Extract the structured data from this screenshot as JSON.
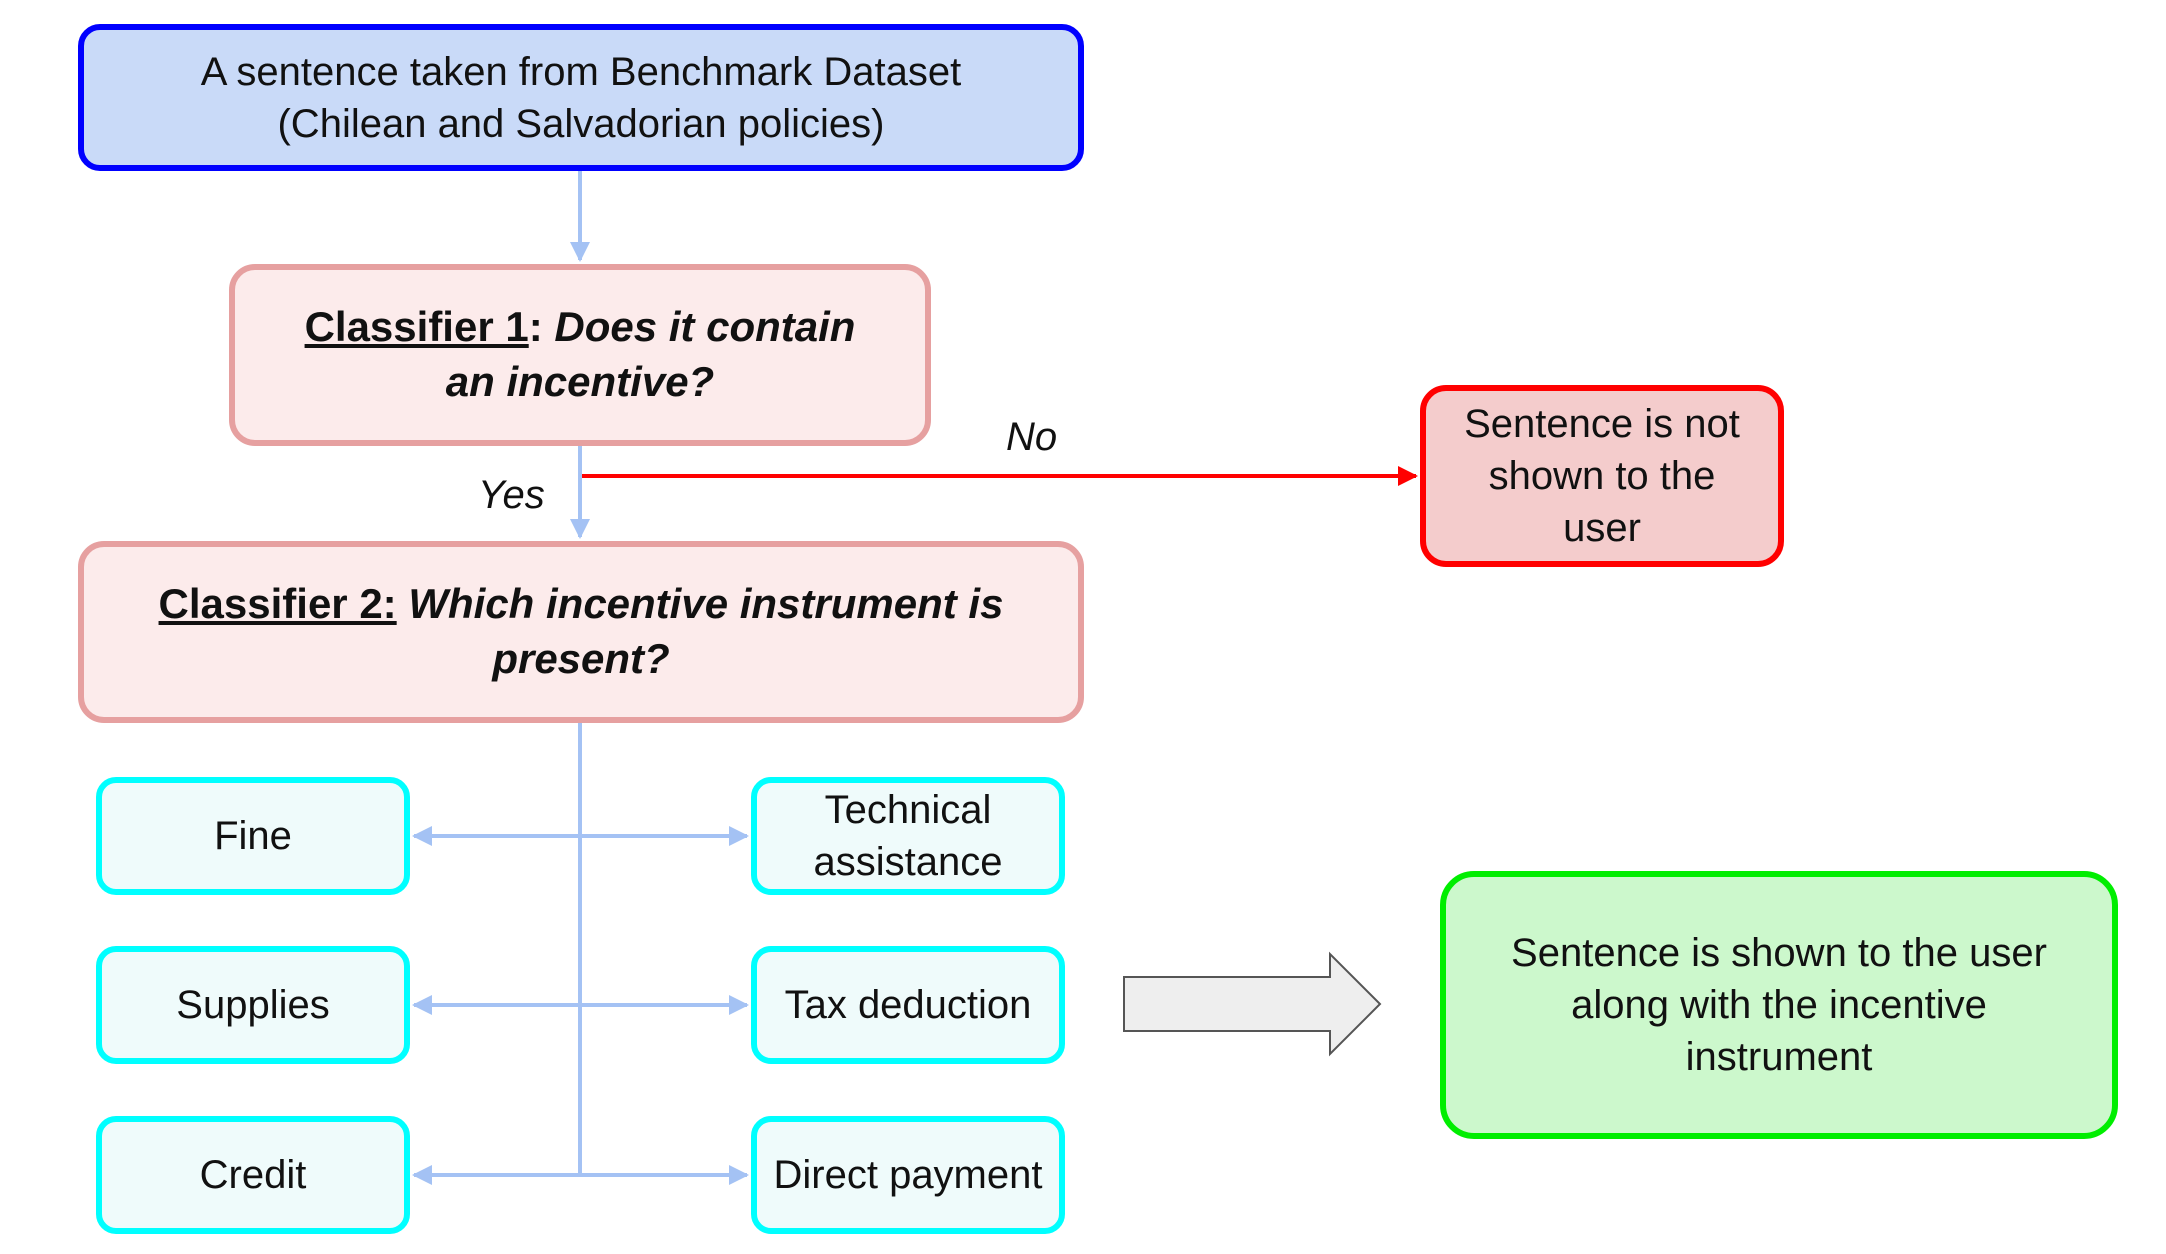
{
  "source": {
    "line1": "A sentence taken from Benchmark Dataset",
    "line2": "(Chilean and Salvadorian policies)"
  },
  "classifier1": {
    "name": "Classifier 1",
    "separator": ":",
    "question": " Does it contain an incentive?"
  },
  "classifier2": {
    "name": "Classifier 2:",
    "question": " Which incentive instrument is present?"
  },
  "edges": {
    "no_label": "No",
    "yes_label": "Yes"
  },
  "rejected": {
    "text": "Sentence is not shown to the user"
  },
  "instruments": {
    "fine": "Fine",
    "supplies": "Supplies",
    "credit": "Credit",
    "technical": "Technical assistance",
    "tax": "Tax deduction",
    "direct": "Direct payment"
  },
  "shown": {
    "text": "Sentence is shown to the user along with the incentive instrument"
  },
  "colors": {
    "source_fill": "#c9daf8",
    "source_border": "#0000ff",
    "classifier_fill": "#fcebeb",
    "classifier_border": "#e6a0a0",
    "rejected_fill": "#f4cccc",
    "rejected_border": "#ff0000",
    "instrument_fill": "#effbfb",
    "instrument_border": "#00ffff",
    "shown_fill": "#ccf8cc",
    "shown_border": "#00ee00",
    "connector": "#a4c2f4",
    "no_connector": "#ff0000",
    "big_arrow_fill": "#eeeeee"
  }
}
